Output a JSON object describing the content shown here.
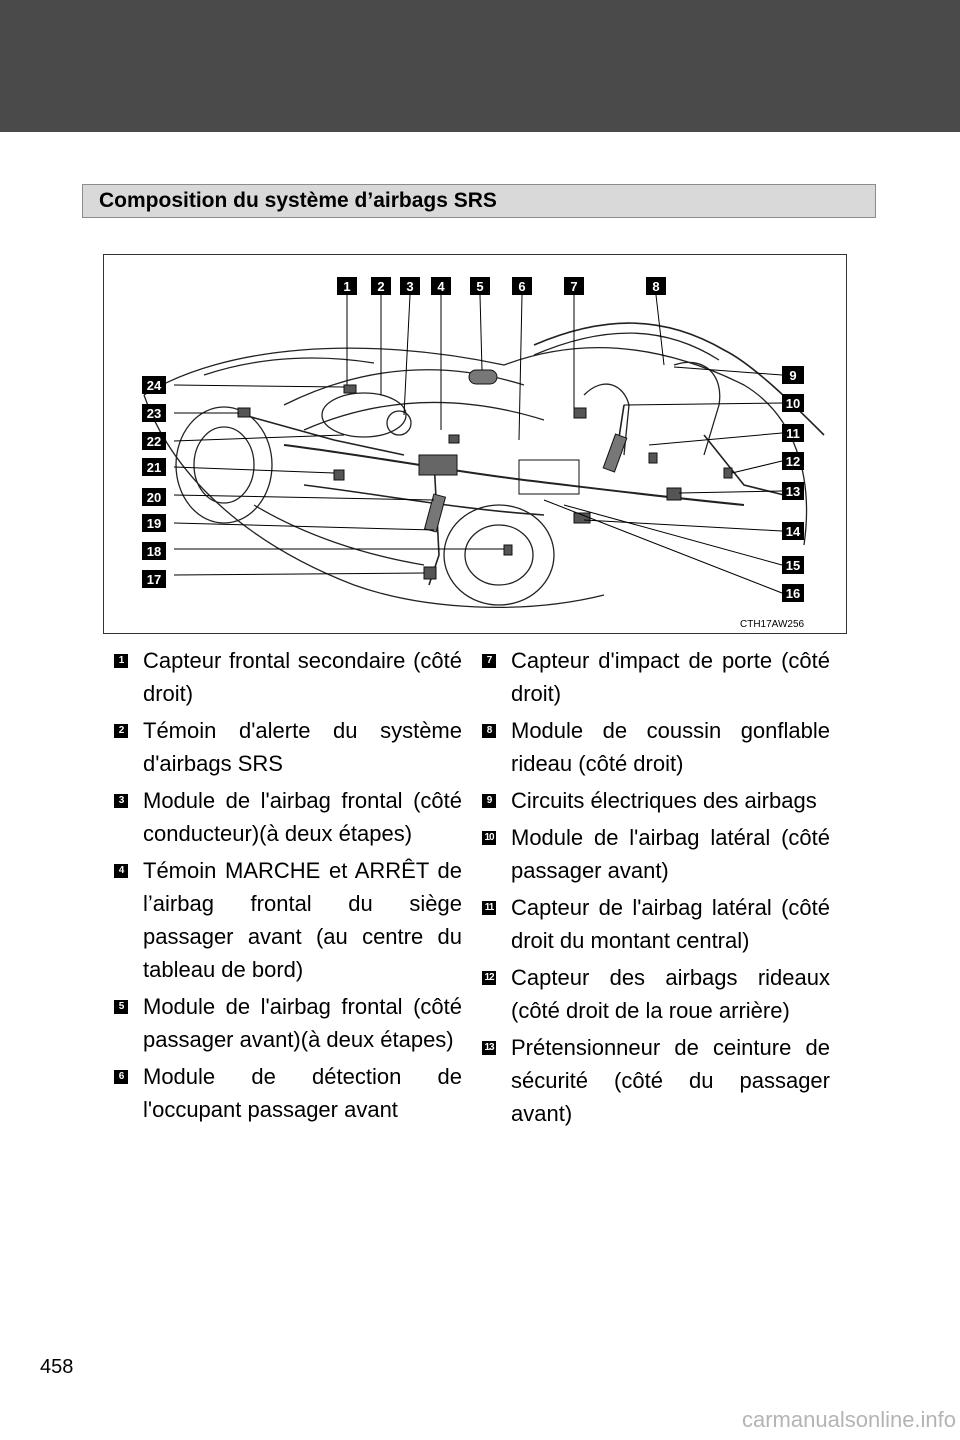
{
  "header": {
    "section_title": "Composition du système d’airbags SRS"
  },
  "figure": {
    "code": "CTH17AW256",
    "callouts": [
      "1",
      "2",
      "3",
      "4",
      "5",
      "6",
      "7",
      "8",
      "9",
      "10",
      "11",
      "12",
      "13",
      "14",
      "15",
      "16",
      "17",
      "18",
      "19",
      "20",
      "21",
      "22",
      "23",
      "24"
    ]
  },
  "legend": {
    "left": [
      {
        "num": "1",
        "text": "Capteur frontal secondaire (côté droit)"
      },
      {
        "num": "2",
        "text": "Témoin d'alerte du système d'airbags SRS"
      },
      {
        "num": "3",
        "text": "Module de l'airbag frontal (côté conducteur)(à deux étapes)"
      },
      {
        "num": "4",
        "text": "Témoin MARCHE et ARRÊT de l’airbag frontal du siège passager avant (au centre du tableau de bord)"
      },
      {
        "num": "5",
        "text": "Module de l'airbag frontal (côté passager avant)(à deux étapes)"
      },
      {
        "num": "6",
        "text": "Module de détection de l'occupant passager avant"
      }
    ],
    "right": [
      {
        "num": "7",
        "text": "Capteur d'impact de porte (côté droit)"
      },
      {
        "num": "8",
        "text": "Module de coussin gonflable rideau (côté droit)"
      },
      {
        "num": "9",
        "text": "Circuits électriques des airbags"
      },
      {
        "num": "10",
        "text": "Module de l'airbag latéral (côté passager avant)"
      },
      {
        "num": "11",
        "text": "Capteur de l'airbag latéral (côté droit du montant central)"
      },
      {
        "num": "12",
        "text": "Capteur des airbags rideaux (côté droit de la roue arrière)"
      },
      {
        "num": "13",
        "text": "Prétensionneur de ceinture de sécurité (côté du passager avant)"
      }
    ]
  },
  "footer": {
    "page_number": "458",
    "watermark": "carmanualsonline.info"
  }
}
